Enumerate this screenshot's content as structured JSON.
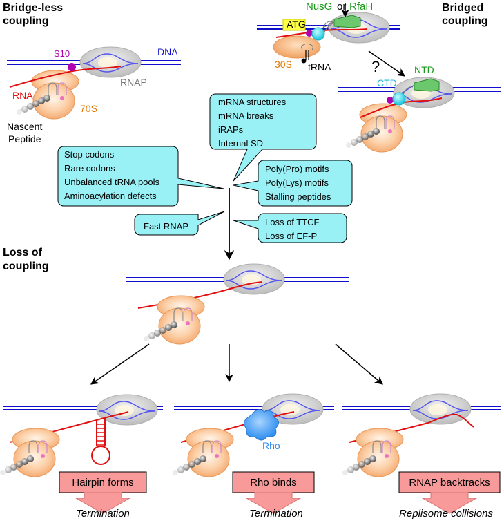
{
  "headings": {
    "bridgeless": [
      "Bridge-less",
      "coupling"
    ],
    "bridged": [
      "Bridged",
      "coupling"
    ],
    "loss": [
      "Loss of",
      "coupling"
    ]
  },
  "labels": {
    "dna": "DNA",
    "s10": "S10",
    "rnap": "RNAP",
    "rna": "RNA",
    "s70": "70S",
    "nascent": [
      "Nascent",
      "Peptide"
    ],
    "nusg": "NusG",
    "or": "or",
    "rfah": "RfaH",
    "atg": "ATG",
    "s30": "30S",
    "trna": "tRNA",
    "question": "?",
    "ntd": "NTD",
    "ctd": "CTD",
    "rho": "Rho"
  },
  "bubbles": {
    "top": [
      "mRNA structures",
      "mRNA breaks",
      "iRAPs",
      "Internal SD"
    ],
    "left": [
      "Stop codons",
      "Rare codons",
      "Unbalanced tRNA pools",
      "Aminoacylation defects"
    ],
    "right": [
      "Poly(Pro) motifs",
      "Poly(Lys) motifs",
      "Stalling peptides"
    ],
    "fast": [
      "Fast RNAP"
    ],
    "loss": [
      "Loss of TTCF",
      "Loss of EF-P"
    ]
  },
  "outcomes": [
    {
      "box": "Hairpin forms",
      "result": "Termination"
    },
    {
      "box": "Rho binds",
      "result": "Termination"
    },
    {
      "box": "RNAP backtracks",
      "result": "Replisome collisions"
    }
  ],
  "colors": {
    "dna": "#1010cc",
    "rnap_fill": "#d4d4d4",
    "ribosome": "#f6b27a",
    "rna": "#e01010",
    "bubble_fill": "#99f0f5",
    "outcome_fill": "#f89a9a",
    "s10": "#b000b0",
    "nusg": "#1a9a1a",
    "ctd": "#40e0f0",
    "rho": "#4da6ff",
    "s70_label": "#e07800"
  }
}
